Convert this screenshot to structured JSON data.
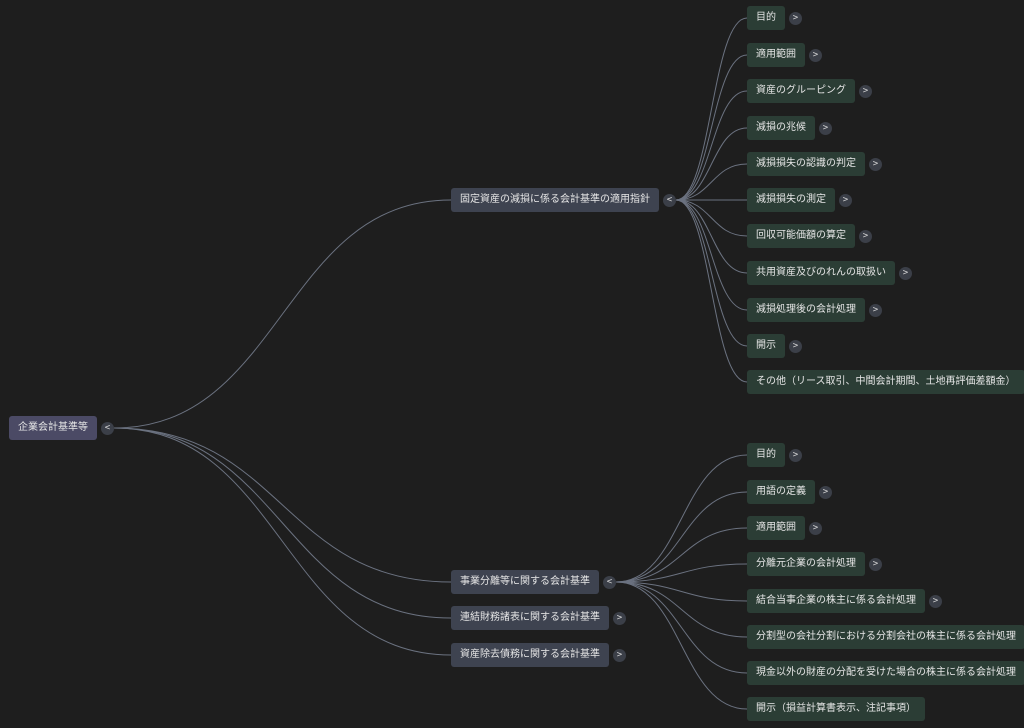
{
  "mindmap": {
    "collapse_icon": "<",
    "expand_icon": ">",
    "root": {
      "label": "企業会計基準等",
      "children": [
        {
          "label": "固定資産の減損に係る会計基準の適用指針",
          "expanded": true,
          "children": [
            {
              "label": "目的",
              "has_children": true
            },
            {
              "label": "適用範囲",
              "has_children": true
            },
            {
              "label": "資産のグルーピング",
              "has_children": true
            },
            {
              "label": "減損の兆候",
              "has_children": true
            },
            {
              "label": "減損損失の認識の判定",
              "has_children": true
            },
            {
              "label": "減損損失の測定",
              "has_children": true
            },
            {
              "label": "回収可能価額の算定",
              "has_children": true
            },
            {
              "label": "共用資産及びのれんの取扱い",
              "has_children": true
            },
            {
              "label": "減損処理後の会計処理",
              "has_children": true
            },
            {
              "label": "開示",
              "has_children": true
            },
            {
              "label": "その他（リース取引、中間会計期間、土地再評価差額金）",
              "has_children": false
            }
          ]
        },
        {
          "label": "事業分離等に関する会計基準",
          "expanded": true,
          "children": [
            {
              "label": "目的",
              "has_children": true
            },
            {
              "label": "用語の定義",
              "has_children": true
            },
            {
              "label": "適用範囲",
              "has_children": true
            },
            {
              "label": "分離元企業の会計処理",
              "has_children": true
            },
            {
              "label": "結合当事企業の株主に係る会計処理",
              "has_children": true
            },
            {
              "label": "分割型の会社分割における分割会社の株主に係る会計処理",
              "has_children": false
            },
            {
              "label": "現金以外の財産の分配を受けた場合の株主に係る会計処理",
              "has_children": false
            },
            {
              "label": "開示（損益計算書表示、注記事項）",
              "has_children": false
            }
          ]
        },
        {
          "label": "連結財務諸表に関する会計基準",
          "expanded": false,
          "children": []
        },
        {
          "label": "資産除去債務に関する会計基準",
          "expanded": false,
          "children": []
        }
      ]
    }
  },
  "colors": {
    "background": "#1e1e1e",
    "root_node": "#4b4a65",
    "level1_node": "#3e4350",
    "level2_node": "#2b3d35",
    "connector": "#6b7280"
  }
}
